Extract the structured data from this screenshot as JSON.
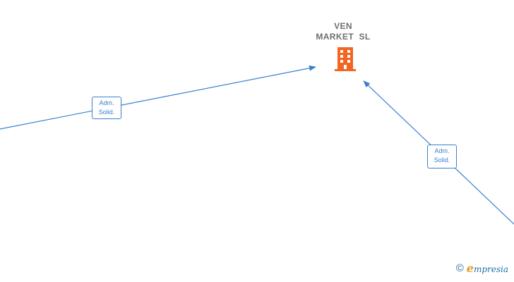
{
  "company": {
    "name_line1": "VEN",
    "name_line2": "MARKET  SL"
  },
  "edges": [
    {
      "role_line1": "Adm.",
      "role_line2": "Solid."
    },
    {
      "role_line1": "Adm.",
      "role_line2": "Solid."
    }
  ],
  "colors": {
    "edge": "#3a7fd0",
    "building": "#f26522",
    "company_text": "#707070"
  },
  "footer": {
    "copyright_symbol": "©",
    "brand_initial": "e",
    "brand_rest": "mpresia"
  }
}
